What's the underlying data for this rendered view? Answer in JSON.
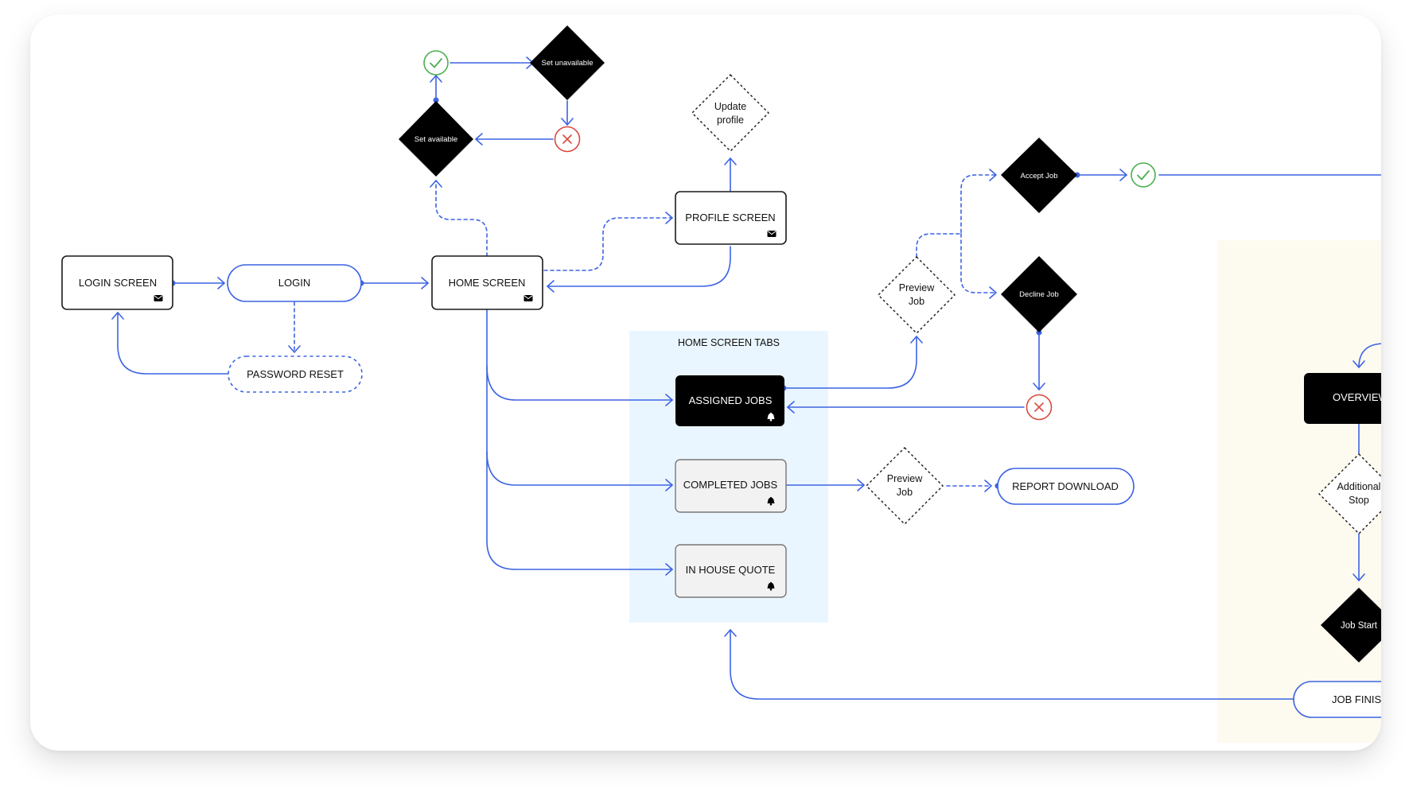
{
  "colors": {
    "line": "#3d63e3",
    "node_border": "#1a1a1a",
    "black_node": "#000000",
    "gray_node": "#f2f2f2",
    "tabs_region": "#eaf6ff",
    "right_region": "#fdfaf0",
    "check": "#4caf50",
    "cross": "#d94a3d",
    "pill_border": "#3d63e3"
  },
  "nodes": {
    "login_screen": "LOGIN SCREEN",
    "login": "LOGIN",
    "password_reset": "PASSWORD RESET",
    "home_screen": "HOME SCREEN",
    "profile_screen": "PROFILE SCREEN",
    "update_profile_line1": "Update",
    "update_profile_line2": "profile",
    "set_available": "Set available",
    "set_unavailable": "Set unavailable",
    "home_tabs_title": "HOME SCREEN TABS",
    "assigned_jobs": "ASSIGNED JOBS",
    "completed_jobs": "COMPLETED JOBS",
    "in_house_quote": "IN HOUSE QUOTE",
    "preview_job_line1": "Preview",
    "preview_job_line2": "Job",
    "preview_job2_line1": "Preview",
    "preview_job2_line2": "Job",
    "accept_job": "Accept Job",
    "decline_job": "Decline Job",
    "report_download": "REPORT DOWNLOAD",
    "overview": "OVERVIEW",
    "additional_stop_line1": "Additional",
    "additional_stop_line2": "Stop",
    "job_start": "Job Start",
    "job_finish": "JOB FINISH"
  },
  "icons": {
    "mail": "mail-icon",
    "bell": "bell-icon",
    "check": "check-circle-icon",
    "cross": "cross-circle-icon"
  }
}
